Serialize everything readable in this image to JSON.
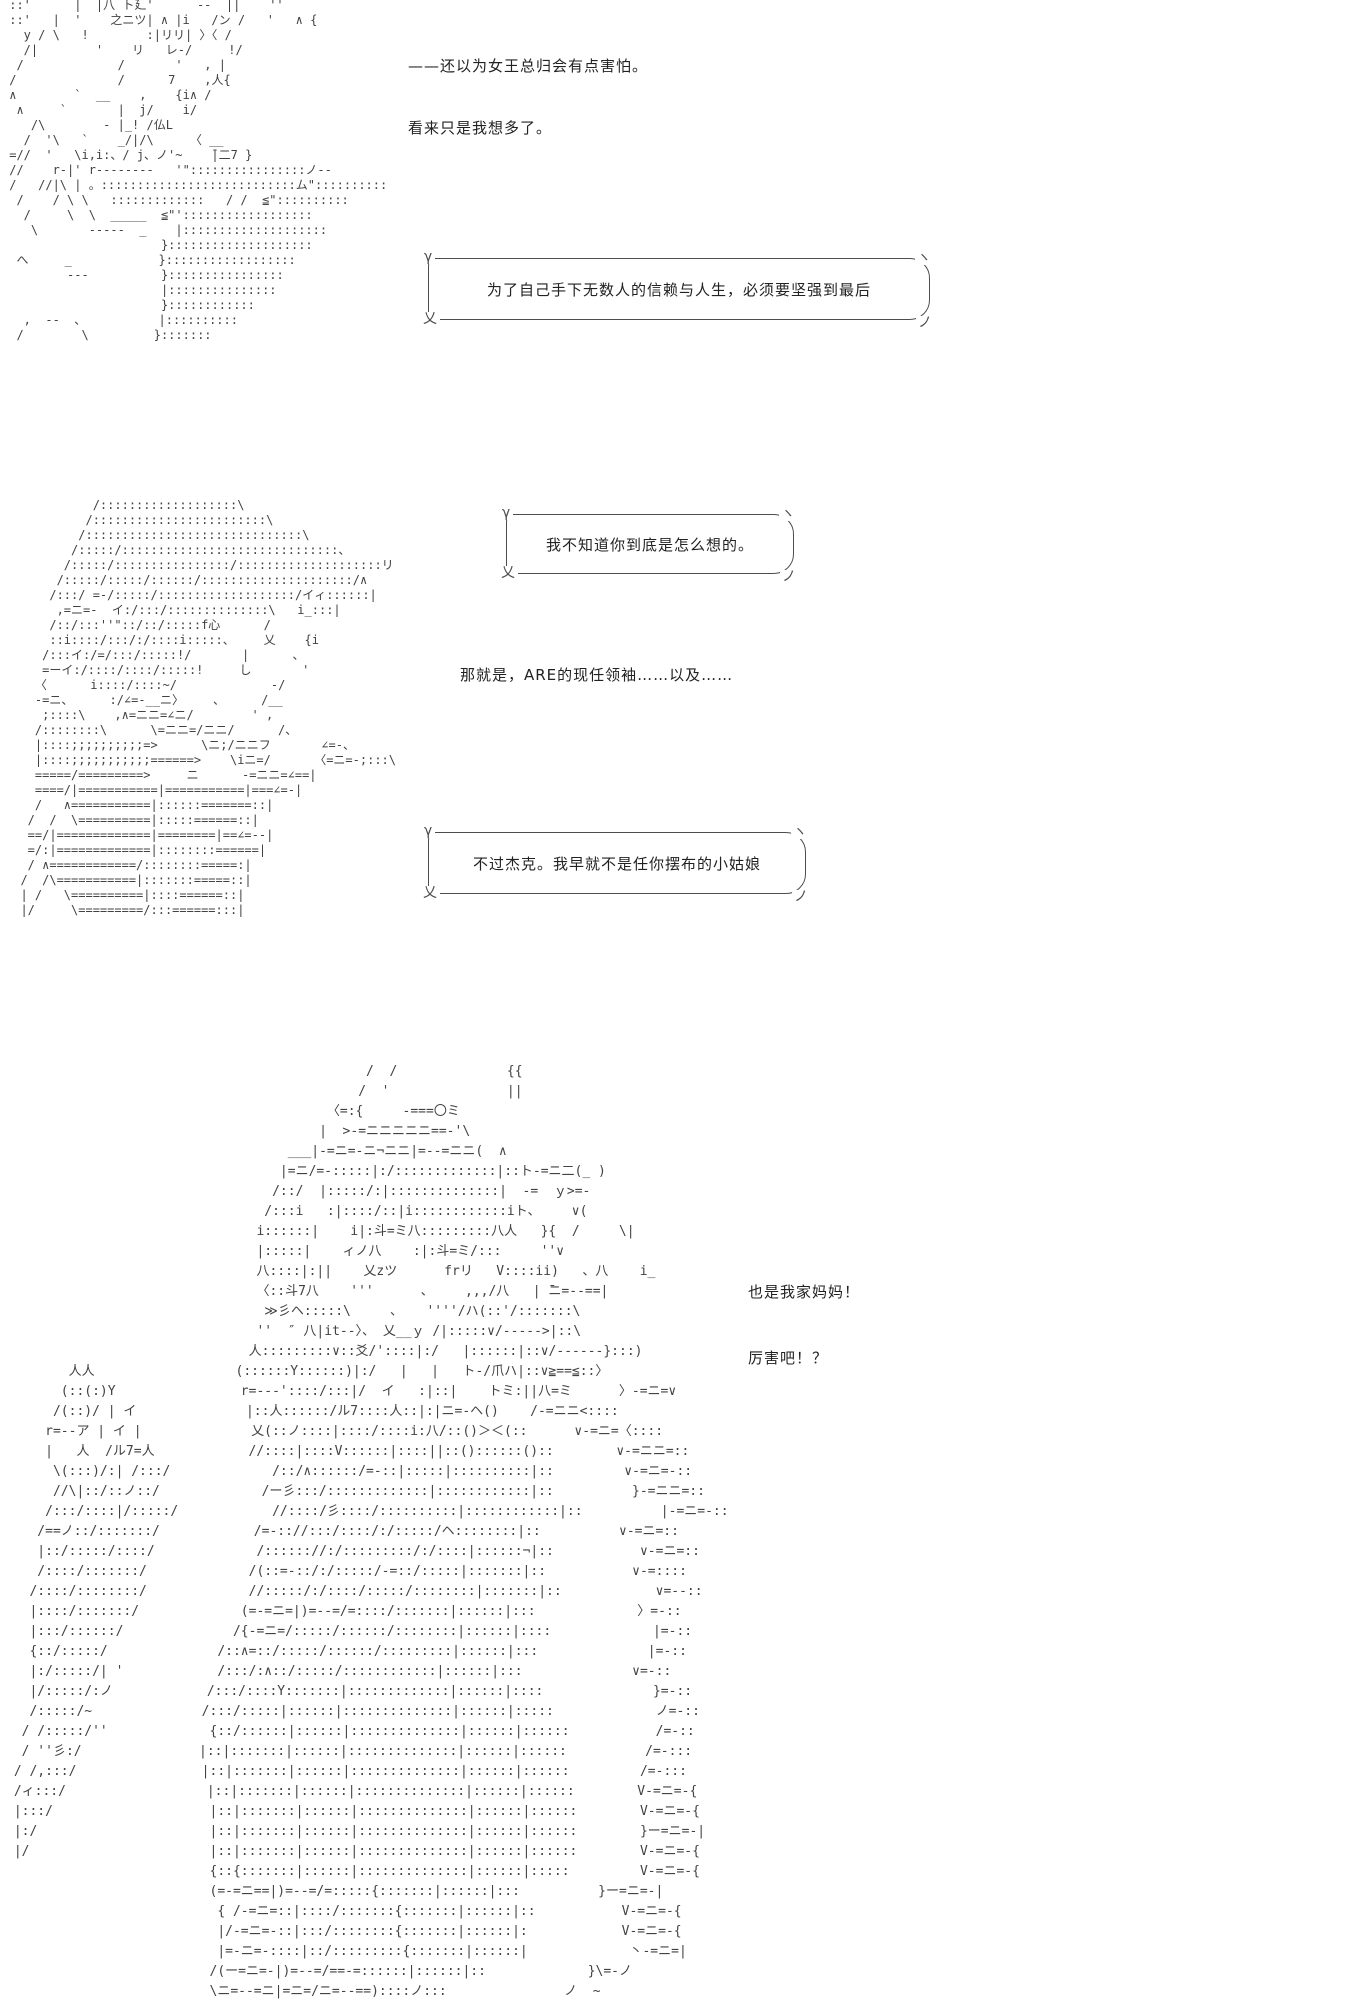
{
  "page": {
    "background": "#ffffff",
    "ink": "#222222",
    "art_ink": "#424242"
  },
  "narration": {
    "line1": "——还以为女王总归会有点害怕。",
    "line2": "看来只是我想多了。",
    "line3": "那就是，ARE的现任领袖……以及……",
    "line4": "也是我家妈妈！",
    "line5": "厉害吧！？"
  },
  "bubble_frame": {
    "tl": "γ",
    "bl": "乂",
    "tr": "ヽ",
    "br": "ノ"
  },
  "bubbles": [
    {
      "text": "为了自己手下无数人的信赖与人生，必须要坚强到最后"
    },
    {
      "text": "我不知道你到底是怎么想的。"
    },
    {
      "text": "不过杰克。我早就不是任你摆布的小姑娘"
    }
  ],
  "ascii_art": {
    "art1": [
      " ::'      |  |八 ト廴'      --  ||    ''",
      " ::'   |  '    之ニツ| ∧ |i   /ン /   '   ∧ {",
      "   y / \\   !        :|リリ| 〉〈 /",
      "   /|        '    リ   レ-/     !/",
      "  /             /       '   , |",
      " /              /      7    ,人{",
      " ∧        `  __    ,    {i∧ /",
      "  ∧     `       |  j/    i/",
      "    /\\        - |_! /仏L",
      "   /  '\\   `    _/|/\\     〈 __",
      " =//  '   \\i,i:、/ j、ノ'~    ̄|二7 }",
      " //    r-|' r--------   '\"::::::::::::::::ノ--",
      " /   //|\\ | 。:::::::::::::::::::::::::::ム\"::::::::::",
      "  /    / \\ \\   :::::::::::::   / /  ≦\"::::::::::",
      "   /     \\  \\  _____  ≦\"'::::::::::::::::::",
      "    \\       -----  _    |::::::::::::::::::::",
      "                      }::::::::::::::::::::",
      "  へ     _            }::::::::::::::::::",
      "         ---          }::::::::::::::::",
      "                      |:::::::::::::::",
      "                      }::::::::::::",
      "   ,  --  、          |::::::::::",
      "  /        \\         }:::::::"
    ],
    "art2": [
      "            /:::::::::::::::::::\\",
      "           /::::::::::::::::::::::::\\",
      "          /::::::::::::::::::::::::::::::\\",
      "         /:::::/::::::::::::::::::::::::::::::、",
      "        /:::::/::::::::::::::::/::::::::::::::::::::リ",
      "       /:::::/:::::/::::::/:::::::::::::::::::::/∧",
      "      /:::/ =-/:::::/:::::::::::::::::::/イィ::::::|",
      "       ,=ニ=-  イ:/:::/::::::::::::::\\   i_:::|",
      "      /::/:::''\"::/::/:::::f心      /",
      "      ::i::::/:::/:/::::i:::::、    乂    {i",
      "     /:::イ:/=/:::/:::::!/       |      、",
      "     =ーイ:/::::/::::/:::::!     し       '",
      "    〈      i::::/::::~/             -/",
      "    -=ニ、     :/∠=-__ニ〉    、     /__",
      "     ;::::\\    ,∧=ニニ=∠ニ/        ' ,",
      "    /::::::::\\      \\=ニニ=/ニニ/      /、",
      "    |::::;;;;;;;;;;=>      \\ニ;/ニニフ       ∠=-、",
      "    |::::;;;;;;;;;;;======>    \\iニ=/      〈=ニ=-;:::\\",
      "    =====/=========>     ニ      -=ニニ=∠==|",
      "    ====/|===========|===========|===∠=-|",
      "    /   ∧===========|::::::=======::|",
      "   /  /  \\==========|:::::======::|",
      "   ==/|=============|========|==∠=--|",
      "   =/:|=============|::::::::======|",
      "   / ∧============/::::::::=====:|",
      "  /  /\\===========|:::::::=====::|",
      "  | /   \\==========|::::======::|",
      "  |/     \\=========/:::======:::|"
    ],
    "art3": [
      "                                              /  /              {{",
      "                                             /  '               ||",
      "                                         〈=:{     -===〇ミ",
      "                                        |  >-=ニニニニニ==-'\\",
      "                                    ___|-=ニ=-ニ¬ニニ|=--=ニニ(  ∧",
      "                                   |=ニ/=-:::::|:/:::::::::::::|::ト-=ニ二(_ )",
      "                                  /::/  |:::::/:|::::::::::::::|  -=  ｙ>=-",
      "                                 /:::i   :|::::/::|i::::::::::::iト、    ∨(",
      "                                i::::::|    i|:斗=ミ八:::::::::八人   }{  /     \\|",
      "                                |:::::|    ィノ八    :|:斗=ミ/:::     ''∨",
      "                                八::::|:||    乂zツ      frリ   V::::ii)   、八    i_",
      "                                〈::斗7八    '''      、    ,,,/八   | ̄ニ=--==|",
      "                                 ≫彡ヘ:::::\\     、   ''''/ハ(::'/:::::::\\",
      "                                ''  ″ 八|it--〉、 乂__ｙ /|:::::∨/----->|::\\",
      "                               人:::::::::∨::爻/'::::|:/   |::::::|::∨/------}:::)",
      "        人人                  (::::::Y::::::)|:/   |   |   ト-/爪ハ|::∨≧==≦::〉",
      "       (::(:)Y                r=---'::::/:::|/  イ   :|::|    トミ:||八=ミ      〉-=ニ=∨",
      "      /(::)/ | イ              |::人::::::/ル7::::人::|:|ニ=-ヘ()    /-=ニニ<::::",
      "     r=--ア | イ |              乂(::ノ::::|::::/::::i:八/::()＞＜(::      ∨-=ニ=〈::::",
      "     |   人  /ル7=人            //::::|::::V::::::|::::||::()::::::()::        ∨-=ニニ=::",
      "      \\(:::)/:| /:::/             /::/∧::::::/=-::|:::::|::::::::::|::         ∨-=ニ=-::",
      "      //\\|::/::ノ::/             /ー彡:::/:::::::::::::|::::::::::::|::          }-=ニニ=::",
      "     /:::/::::|/:::::/            //::::/彡::::/::::::::::|::::::::::::|::          |-=ニ=-::",
      "    /==ノ::/:::::::/            /=-:://:::/::::/:/:::::/ヘ::::::::|::          ∨-=ニ=::",
      "    |::/:::::/::::/             /:::::://:/:::::::::/:/::::|::::::¬|::           ∨-=ニ=::",
      "    /::::/:::::::/             /(::=-::/:/:::::/-=::/:::::|:::::::|::           ∨-=::::",
      "   /::::/::::::::/             //:::::/:/::::/:::::/::::::::|:::::::|::            ∨=--::",
      "   |::::/:::::::/             (=-=ニ=|)=--=/=::::/:::::::|::::::|:::             〉=-::",
      "   |:::/::::::/              /{-=ニ=/:::::/::::::/::::::::|::::::|::::             |=-::",
      "   {::/:::::/              /::∧=::/:::::/::::::/:::::::::|::::::|:::              |=-::",
      "   |:/:::::/| '            /:::/:∧::/:::::/::::::::::::|::::::|:::              ∨=-::",
      "   |/:::::/:ノ            /:::/::::Y:::::::|:::::::::::::|::::::|::::              }=-::",
      "   /:::::/~              /:::/:::::|::::::|::::::::::::::|::::::|:::::             ノ=-::",
      "  / /:::::/''             {::/::::::|::::::|::::::::::::::|::::::|::::::           /=-::",
      "  / ''彡:/               |::|:::::::|::::::|::::::::::::::|::::::|::::::          /=-:::",
      " / /,:::/                |::|:::::::|::::::|::::::::::::::|::::::|::::::         /=-:::",
      " /ィ:::/                  |::|:::::::|::::::|::::::::::::::|::::::|::::::        V-=ニ=-{",
      " |:::/                    |::|:::::::|::::::|::::::::::::::|::::::|::::::        V-=ニ=-{",
      " |:/                      |::|:::::::|::::::|::::::::::::::|::::::|::::::        }ー=ニ=-|",
      " |/                       |::|:::::::|::::::|::::::::::::::|::::::|::::::        V-=ニ=-{",
      "                          {::{:::::::|::::::|::::::::::::::|::::::|:::::         V-=ニ=-{",
      "                          (=-=ニ==|)=--=/=:::::{:::::::|::::::|:::          }ー=ニ=-|",
      "                           { /-=ニ=::|::::/:::::::{:::::::|::::::|::           V-=ニ=-{",
      "                           |/-=ニ=-::|:::/::::::::{:::::::|::::::|:            V-=ニ=-{",
      "                           |=-ニ=-::::|::/:::::::::{:::::::|::::::|             丶-=ニ=|",
      "                          /(ー=ニ=-|)=--=/==-=::::::|::::::|::             }\\=-ノ",
      "                          \\ニ=--=ニ|=ニ=/ニ=--==)::::ノ:::               ノ  ~"
    ]
  }
}
